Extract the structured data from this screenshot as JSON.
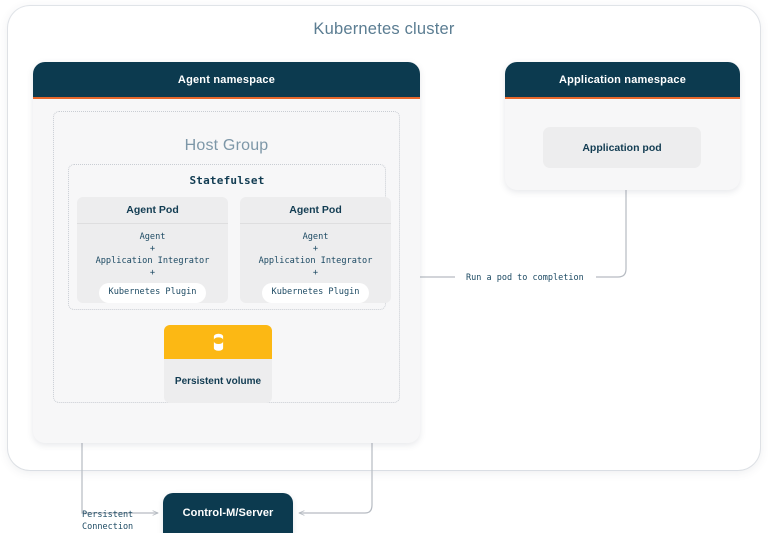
{
  "cluster": {
    "title": "Kubernetes cluster"
  },
  "agent_namespace": {
    "title": "Agent namespace",
    "host_group": {
      "title": "Host Group",
      "statefulset": {
        "title": "Statefulset",
        "pods": [
          {
            "title": "Agent Pod",
            "lines": [
              "Agent",
              "+",
              "Application Integrator",
              "+"
            ],
            "pill": "Kubernetes Plugin"
          },
          {
            "title": "Agent Pod",
            "lines": [
              "Agent",
              "+",
              "Application Integrator",
              "+"
            ],
            "pill": "Kubernetes Plugin"
          }
        ]
      },
      "persistent_volume": {
        "label": "Persistent volume",
        "icon": "database-cylinder-icon"
      }
    }
  },
  "application_namespace": {
    "title": "Application namespace",
    "pod": {
      "label": "Application pod"
    }
  },
  "control_m_server": {
    "label": "Control-M/Server"
  },
  "connectors": {
    "run_pod_to_completion": "Run a pod to completion",
    "persistent_connection": "Persistent\nConnection"
  },
  "colors": {
    "navy": "#0C3A4F",
    "orange_accent": "#E8682C",
    "amber": "#FCB814",
    "card_gray": "#EDEDEE",
    "panel_gray": "#F7F7F8",
    "title_slate": "#5B7D92",
    "hostgroup_slate": "#7D97A8",
    "text_navy": "#123C52",
    "connector_gray": "#B6BBC2"
  }
}
